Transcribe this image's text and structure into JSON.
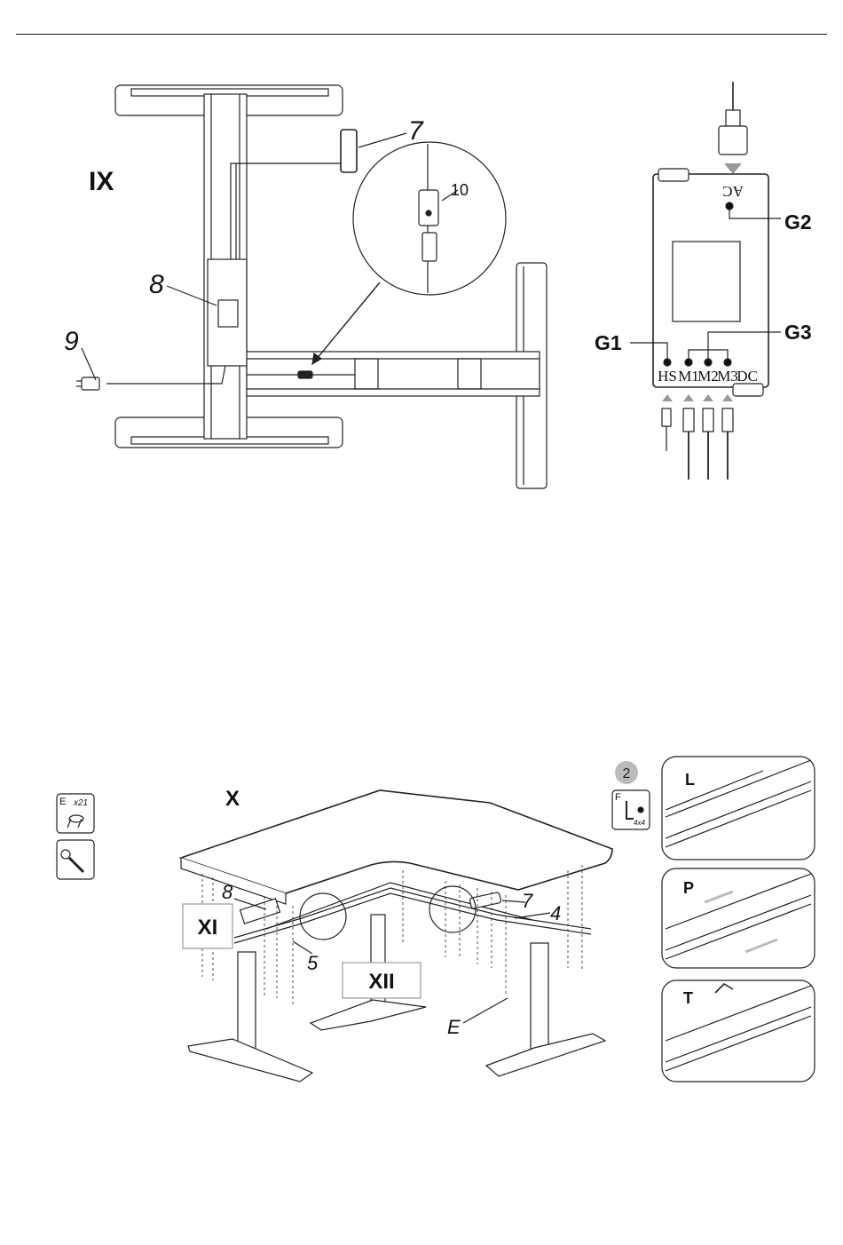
{
  "step_ix": {
    "title": "IX",
    "callouts": {
      "c7": "7",
      "c8": "8",
      "c9": "9",
      "c10": "10"
    },
    "control_box": {
      "ac_label": "AC",
      "hs_label": "HS",
      "m1_label": "M1",
      "m2_label": "M2",
      "m3_label": "M3",
      "dc_label": "DC",
      "g1": "G1",
      "g2": "G2",
      "g3": "G3"
    }
  },
  "step_x": {
    "title": "X",
    "badge_number": "2",
    "part_e": {
      "letter": "E",
      "qty": "x21"
    },
    "part_f": {
      "letter": "F",
      "size": "4x4"
    },
    "callouts": {
      "c8": "8",
      "c7": "7",
      "c4": "4",
      "c5": "5",
      "cE": "E"
    },
    "boxes": {
      "xi": "XI",
      "xii": "XII"
    },
    "details": {
      "l": "L",
      "p": "P",
      "t": "T"
    }
  }
}
